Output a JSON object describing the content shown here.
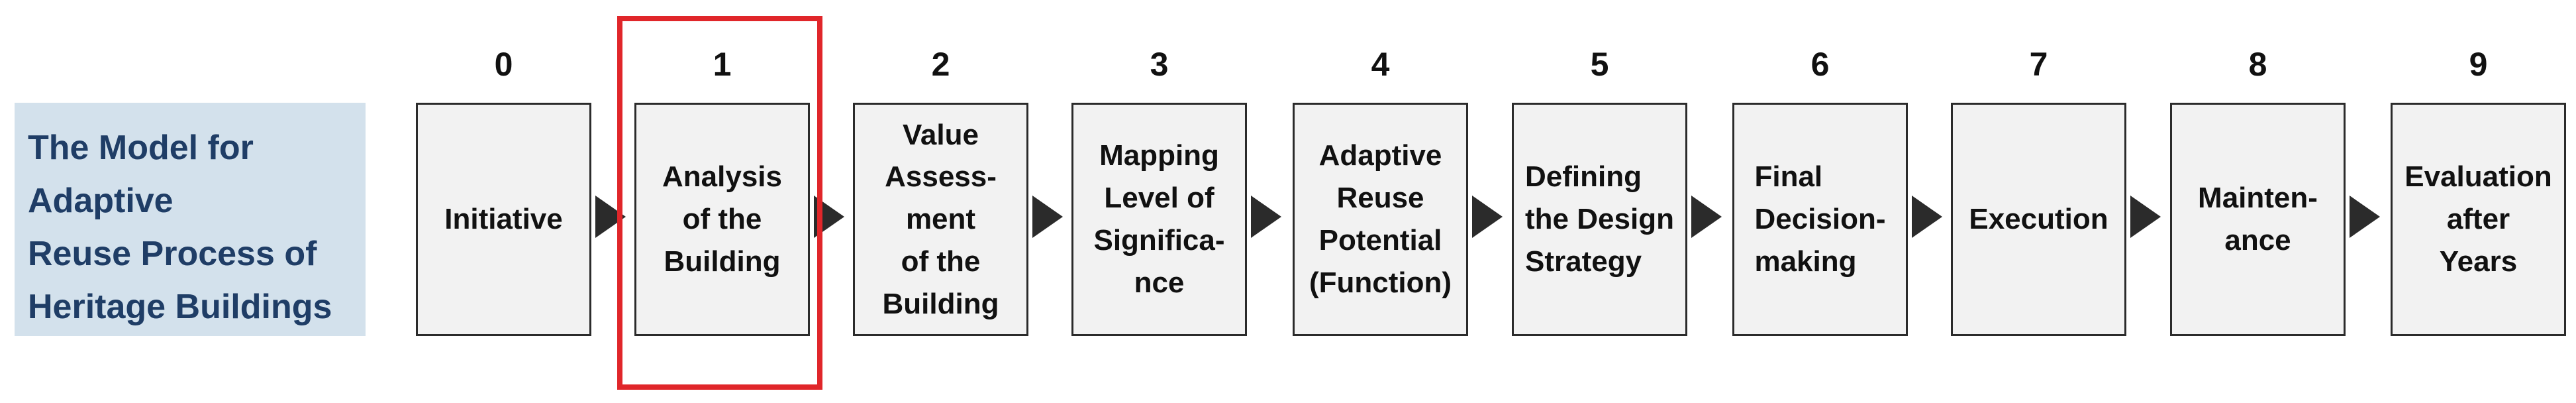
{
  "title_lines": [
    "The Model for",
    "Adaptive",
    "Reuse Process of",
    "Heritage Buildings"
  ],
  "stages": [
    {
      "number": "0",
      "lines": [
        "Initiative"
      ]
    },
    {
      "number": "1",
      "lines": [
        "Analysis",
        "of the",
        "Building"
      ]
    },
    {
      "number": "2",
      "lines": [
        "Value",
        "Assess-",
        "ment",
        "of the",
        "Building"
      ]
    },
    {
      "number": "3",
      "lines": [
        "Mapping",
        "Level of",
        "Significa-",
        "nce"
      ]
    },
    {
      "number": "4",
      "lines": [
        "Adaptive",
        "Reuse",
        "Potential",
        "(Function)"
      ]
    },
    {
      "number": "5",
      "lines": [
        "Defining",
        "the Design",
        "Strategy"
      ]
    },
    {
      "number": "6",
      "lines": [
        "Final",
        "Decision-",
        "making"
      ]
    },
    {
      "number": "7",
      "lines": [
        "Execution"
      ]
    },
    {
      "number": "8",
      "lines": [
        "Mainten-",
        "ance"
      ]
    },
    {
      "number": "9",
      "lines": [
        "Evaluation",
        "after",
        "Years"
      ]
    }
  ],
  "highlighted_stage": "1",
  "colors": {
    "title_background": "#d3e1ec",
    "title_text": "#1f3d66",
    "stage_background": "#f2f2f2",
    "stage_border": "#2b2b2b",
    "highlight": "#e0262a"
  }
}
